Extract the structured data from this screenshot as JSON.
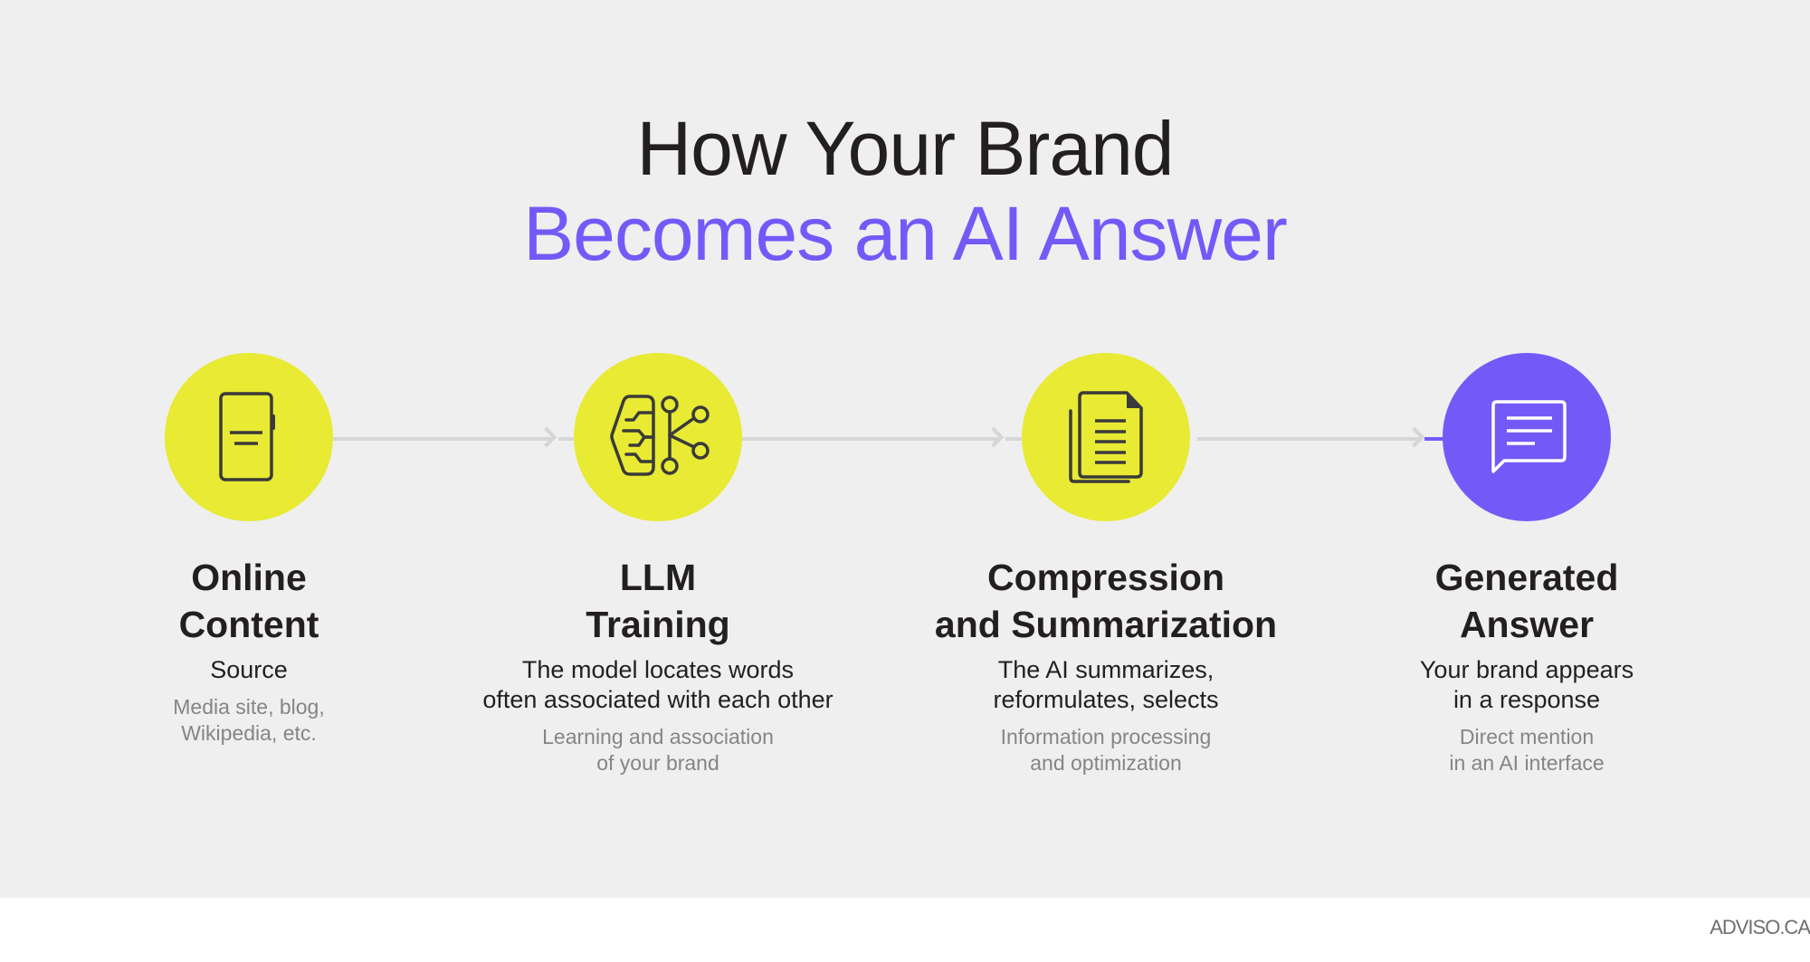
{
  "title": {
    "line1": "How Your Brand",
    "line2": "Becomes an AI Answer"
  },
  "colors": {
    "background": "#efefef",
    "accent_yellow": "#e8ea34",
    "accent_purple": "#735af8",
    "text_dark": "#231f20",
    "text_muted": "#858585",
    "connector": "#d6d6d6"
  },
  "steps": [
    {
      "icon": "phone-content-icon",
      "heading": "Online\nContent",
      "description": "Source",
      "note": "Media site, blog,\nWikipedia, etc."
    },
    {
      "icon": "brain-network-icon",
      "heading": "LLM\nTraining",
      "description": "The model locates words\noften associated with each other",
      "note": "Learning and association\nof your brand"
    },
    {
      "icon": "documents-icon",
      "heading": "Compression\nand Summarization",
      "description": "The AI summarizes,\nreformulates, selects",
      "note": "Information processing\nand optimization"
    },
    {
      "icon": "chat-bubble-icon",
      "heading": "Generated\nAnswer",
      "description": "Your brand appears\nin a response",
      "note": "Direct mention\nin an AI interface"
    }
  ],
  "footer": {
    "brand": "ADVISO.CA"
  }
}
